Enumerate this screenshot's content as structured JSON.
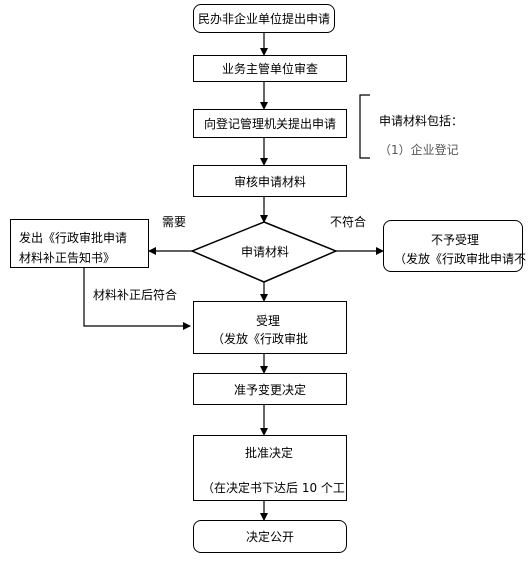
{
  "nodes": {
    "n1": "民办非企业单位提出申请",
    "n2": "业务主管单位审查",
    "n3": "向登记管理机关提出申请",
    "n4": "审核申请材料",
    "decision": "申请材料",
    "left_line1": "发出《行政审批申请",
    "left_line2": "材料补正告知书》",
    "right_line1": "不予受理",
    "right_line2": "（发放《行政审批申请不",
    "accept_line1": "受理",
    "accept_line2": "（发放《行政审批",
    "n_change": "准予变更决定",
    "approve_line1": "批准决定",
    "approve_line2": "（在决定书下达后 10 个工",
    "n_public": "决定公开"
  },
  "note": {
    "line1": "申请材料包括：",
    "line2": "（1）企业登记"
  },
  "edge_labels": {
    "need": "需要",
    "not_match": "不符合",
    "after_fix": "材料补正后符合"
  }
}
